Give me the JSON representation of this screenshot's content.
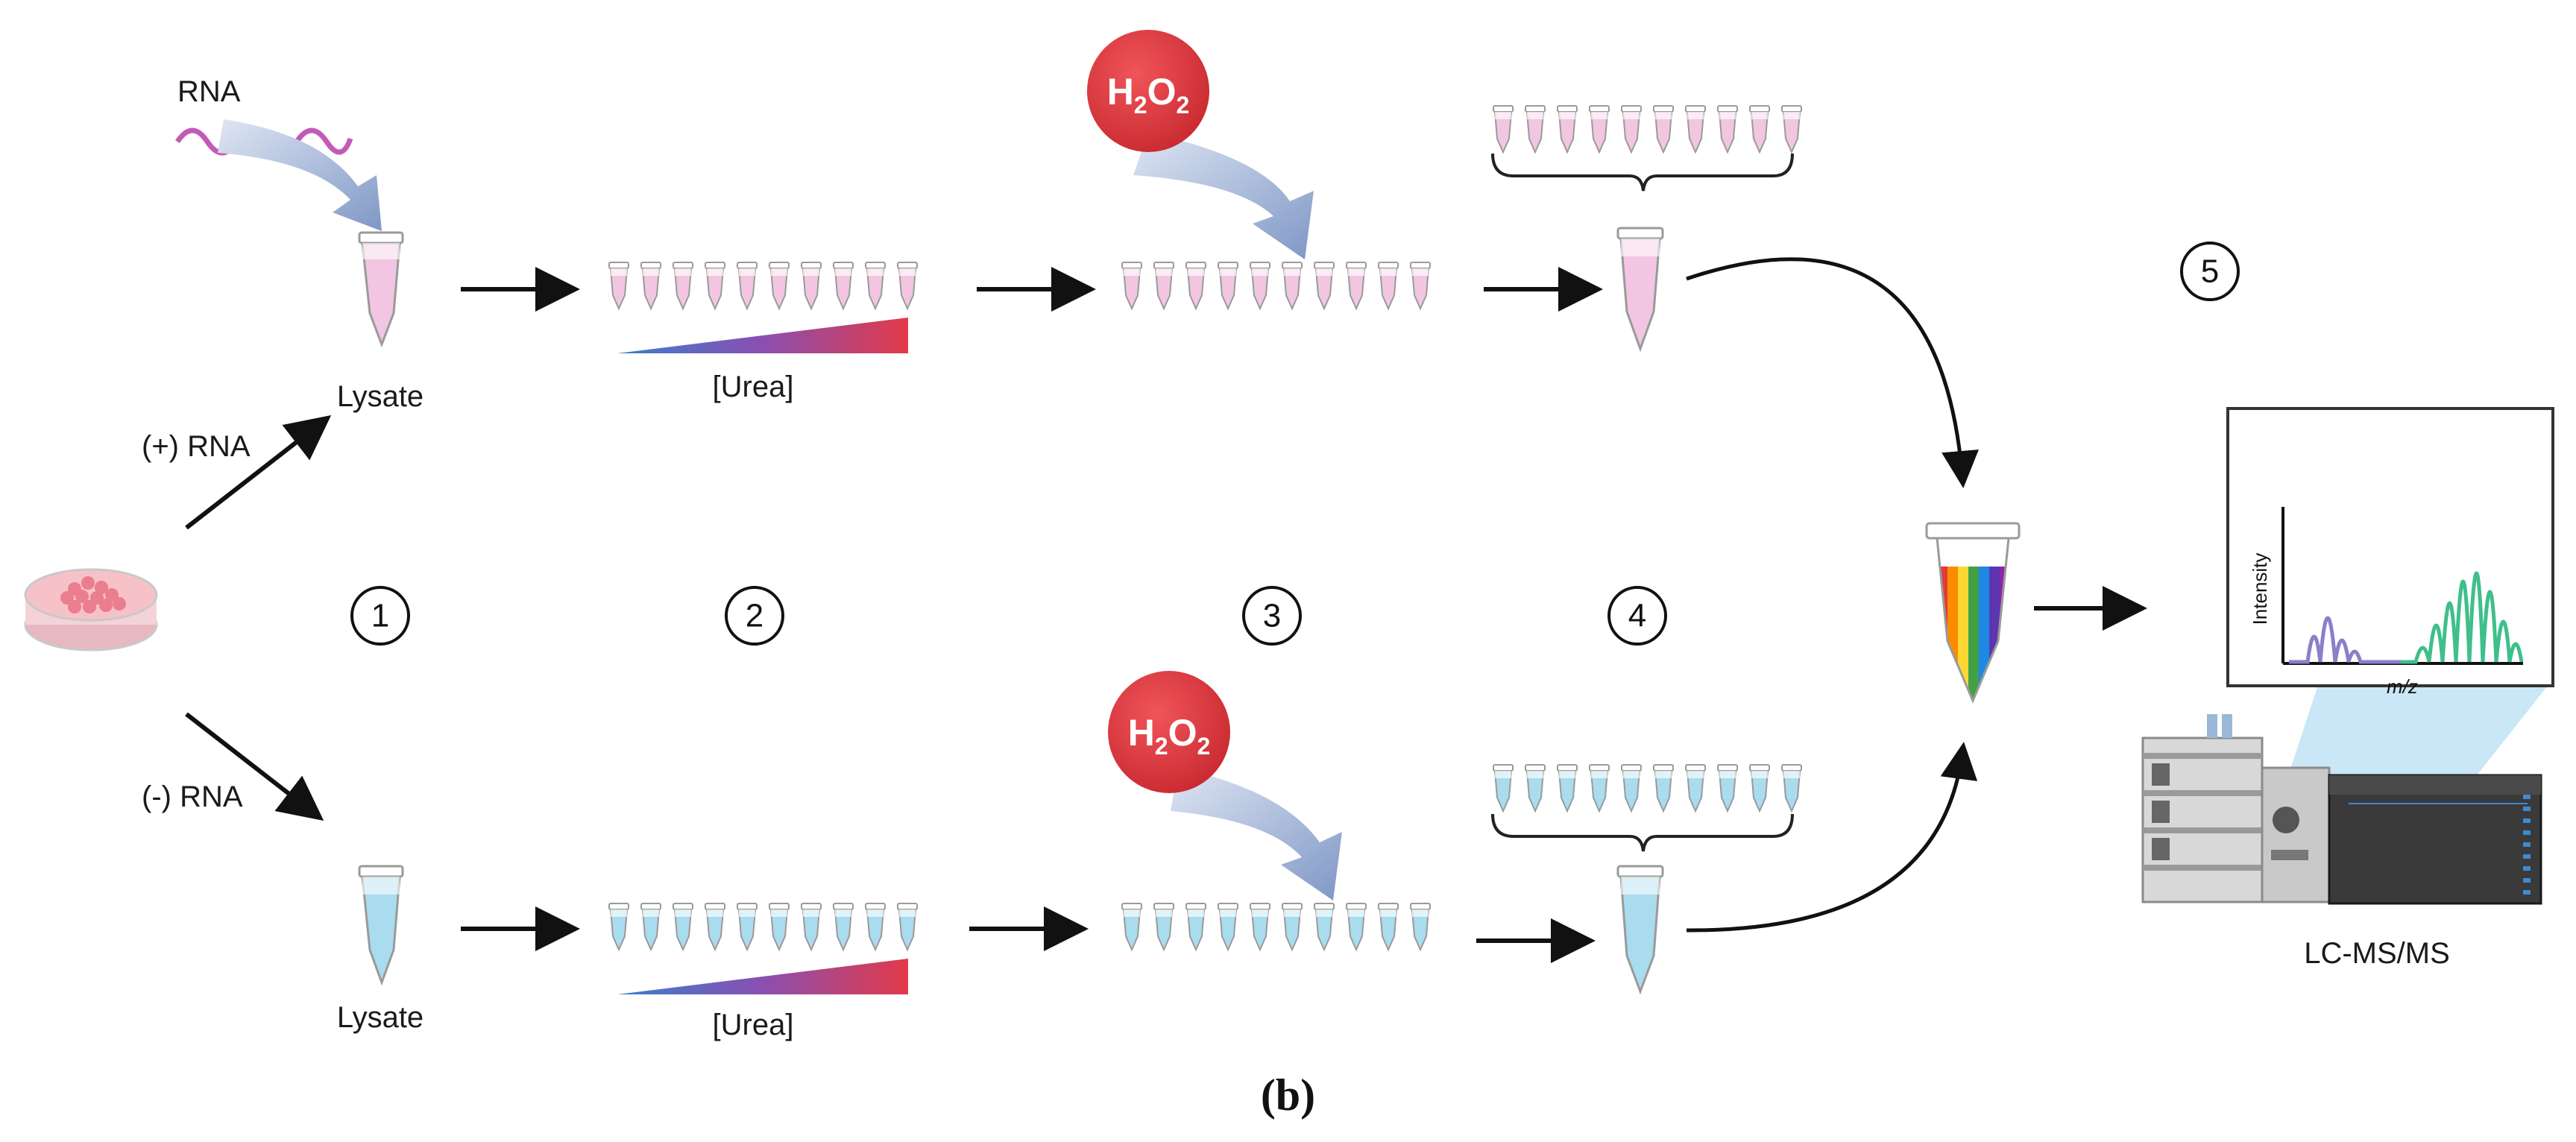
{
  "labels": {
    "rna": "RNA",
    "lysate_top": "Lysate",
    "lysate_bottom": "Lysate",
    "plus_rna": "(+) RNA",
    "minus_rna": "(-) RNA",
    "urea_top": "[Urea]",
    "urea_bottom": "[Urea]",
    "h2o2_main": "H",
    "h2o2_sub1": "2",
    "h2o2_mid": "O",
    "h2o2_sub2": "2",
    "lcmsms": "LC-MS/MS",
    "intensity": "Intensity",
    "mz": "m/z"
  },
  "steps": [
    "1",
    "2",
    "3",
    "4",
    "5"
  ],
  "caption": "(b)",
  "colors": {
    "plus_rna_tube": "#f2c6e2",
    "minus_rna_tube": "#a9dcee",
    "h2o2_circle": "#e2393f",
    "arrow_blue": "#8ea6cf",
    "rna_strand": "#c45ab8",
    "urea_gradient": [
      "#3a7fd0",
      "#8a4fb0",
      "#e23a4a"
    ],
    "spectrum_purple": "#8a7fc9",
    "spectrum_green": "#3fbf8a"
  }
}
